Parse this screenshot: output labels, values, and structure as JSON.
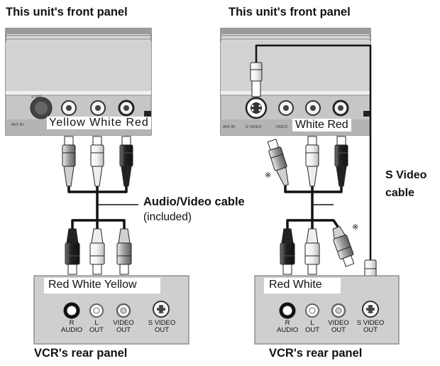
{
  "left": {
    "front_title": "This unit's front panel",
    "front_jack_labels": "Yellow White Red",
    "front_small_text": "S VID",
    "front_small_text2": "AV2 IN",
    "cable_label": "Audio/Video cable",
    "cable_note": "(included)",
    "rear_jack_labels": "Red White Yellow",
    "rear_jacks": [
      {
        "top": "R",
        "bottom": "AUDIO"
      },
      {
        "top": "L",
        "bottom": "OUT"
      },
      {
        "top": "VIDEO",
        "bottom": "OUT"
      },
      {
        "top": "S VIDEO",
        "bottom": "OUT"
      }
    ],
    "rear_title": "VCR's rear panel"
  },
  "right": {
    "front_title": "This unit's front panel",
    "front_jack_labels": "White Red",
    "front_small_text": "S VIDEO",
    "front_small_text2": "VIDEO",
    "front_small_text3": "AV2 IN",
    "asterisk": "※",
    "cable_label_line1": "S Video",
    "cable_label_line2": "cable",
    "rear_jack_labels": "Red White",
    "rear_jacks": [
      {
        "top": "R",
        "bottom": "AUDIO"
      },
      {
        "top": "L",
        "bottom": "OUT"
      },
      {
        "top": "VIDEO",
        "bottom": "OUT"
      },
      {
        "top": "S VIDEO",
        "bottom": "OUT"
      }
    ],
    "rear_title": "VCR's rear panel"
  }
}
